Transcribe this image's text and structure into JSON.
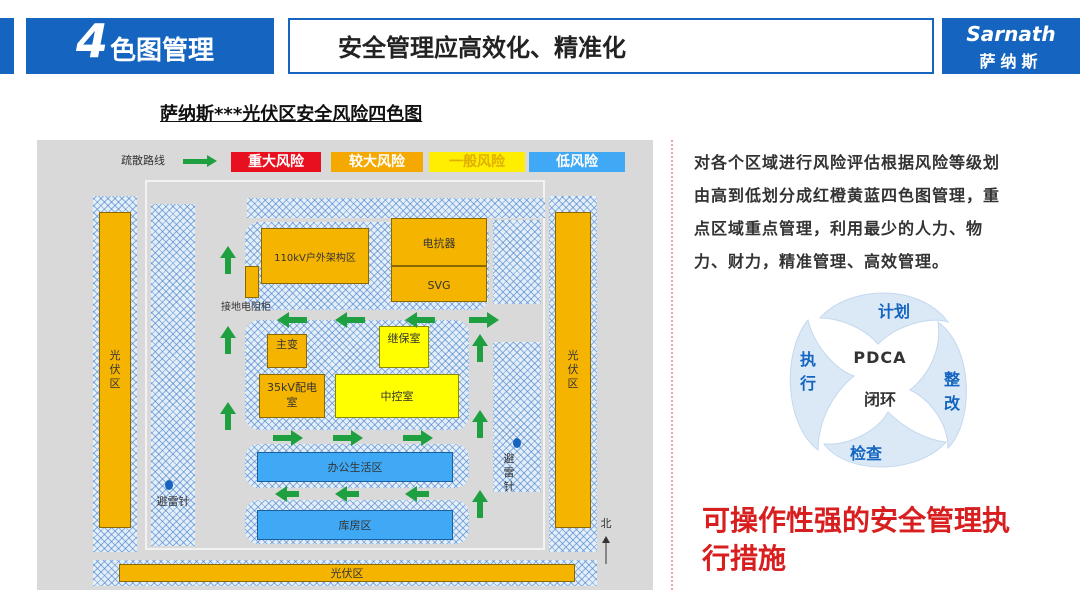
{
  "header": {
    "section_number": "4",
    "section_title": "色图管理",
    "slide_title": "安全管理应高效化、精准化",
    "logo_en": "Sarnath",
    "logo_cn": "萨纳斯"
  },
  "map": {
    "title": "萨纳斯***光伏区安全风险四色图",
    "evac_label": "疏散路线",
    "legend": [
      {
        "label": "重大风险",
        "color": "#e8101e"
      },
      {
        "label": "较大风险",
        "color": "#f5a800"
      },
      {
        "label": "一般风险",
        "color": "#ffee00"
      },
      {
        "label": "低风险",
        "color": "#3fa9f5"
      }
    ],
    "zones": {
      "outdoor_frame": "110kV户外架构区",
      "reactor": "电抗器",
      "svg": "SVG",
      "ground_cabinet": "接地电阻柜",
      "main_transformer": "主变",
      "relay_room": "继保室",
      "room_35kv": "35kV配电室",
      "control_room": "中控室",
      "office": "办公生活区",
      "warehouse": "库房区",
      "pv_left": "光伏区",
      "pv_right": "光伏区",
      "pv_bottom": "光伏区",
      "lightning_left": "避雷针",
      "lightning_right": "避雷针",
      "north": "北"
    }
  },
  "right": {
    "paragraph": "对各个区域进行风险评估根据风险等级划由高到低划分成红橙黄蓝四色图管理，重点区域重点管理，利用最少的人力、物力、财力，精准管理、高效管理。",
    "cycle": {
      "center_top": "PDCA",
      "center_bottom": "闭环",
      "plan": "计划",
      "do": "执行",
      "check": "检查",
      "act": "整改"
    },
    "slogan": "可操作性强的安全管理执行措施"
  },
  "colors": {
    "brand_blue": "#1565c0",
    "slogan_red": "#d81e1e",
    "arrow_green": "#1ea040"
  }
}
